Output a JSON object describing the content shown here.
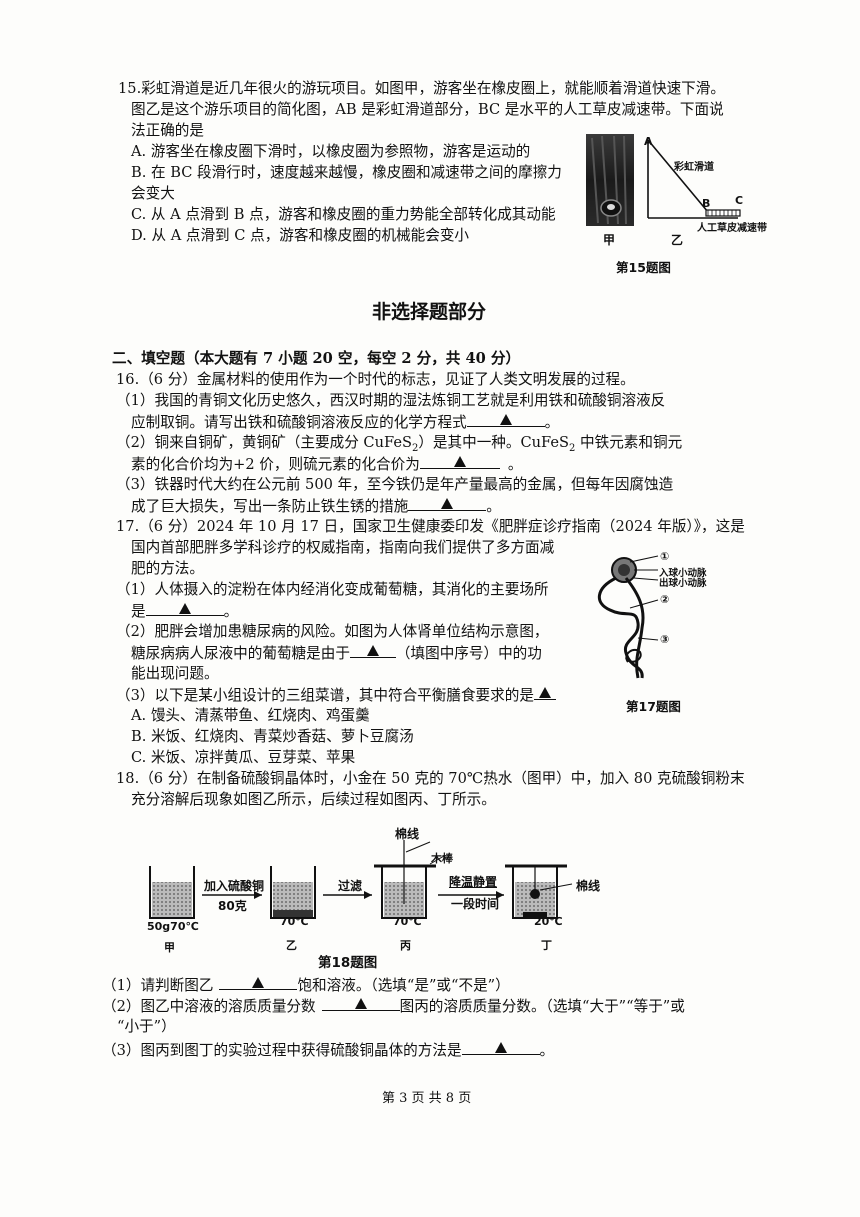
{
  "q15": {
    "l1": "15.彩虹滑道是近几年很火的游玩项目。如图甲，游客坐在橡皮圈上，就能顺着滑道快速下滑。",
    "l2": "图乙是这个游乐项目的简化图，AB 是彩虹滑道部分，BC 是水平的人工草皮减速带。下面说",
    "l3": "法正确的是",
    "a": "A. 游客坐在橡皮圈下滑时，以橡皮圈为参照物，游客是运动的",
    "b1": "B. 在 BC 段滑行时，速度越来越慢，橡皮圈和减速带之间的摩擦力",
    "b2": "会变大",
    "c": "C. 从 A 点滑到 B 点，游客和橡皮圈的重力势能全部转化成其动能",
    "d": "D. 从 A 点滑到 C 点，游客和橡皮圈的机械能会变小",
    "fig": {
      "label_a": "A",
      "label_b": "B",
      "label_c": "C",
      "slide_label": "彩虹滑道",
      "grass_label": "人工草皮减速带",
      "jia": "甲",
      "yi": "乙",
      "caption": "第15题图"
    }
  },
  "section_title": "非选择题部分",
  "part2_heading": "二、填空题（本大题有 7 小题 20 空，每空 2 分，共 40 分）",
  "q16": {
    "l1": "16.（6 分）金属材料的使用作为一个时代的标志，见证了人类文明发展的过程。",
    "l2": "（1）我国的青铜文化历史悠久，西汉时期的湿法炼铜工艺就是利用铁和硫酸铜溶液反",
    "l3": "应制取铜。请写出铁和硫酸铜溶液反应的化学方程式",
    "l4a": "（2）铜来自铜矿，黄铜矿（主要成分 CuFeS",
    "l4b": "）是其中一种。CuFeS",
    "l4c": " 中铁元素和铜元",
    "sub2": "2",
    "l5": "素的化合价均为+2 价，则硫元素的化合价为",
    "l6": "（3）铁器时代大约在公元前 500 年，至今铁仍是年产量最高的金属，但每年因腐蚀造",
    "l7": "成了巨大损失，写出一条防止铁生锈的措施",
    "period": "。"
  },
  "q17": {
    "l1": "17.（6 分）2024 年 10 月 17 日，国家卫生健康委印发《肥胖症诊疗指南（2024 年版）》，这是",
    "l2": "国内首部肥胖多学科诊疗的权威指南，指南向我们提供了多方面减",
    "l3": "肥的方法。",
    "l4": "（1）人体摄入的淀粉在体内经消化变成葡萄糖，其消化的主要场所",
    "l5": "是",
    "l6": "（2）肥胖会增加患糖尿病的风险。如图为人体肾单位结构示意图，",
    "l7a": "糖尿病病人尿液中的葡萄糖是由于",
    "l7b": "（填图中序号）中的功",
    "l8": "能出现问题。",
    "l9": "（3）以下是某小组设计的三组菜谱，其中符合平衡膳食要求的是",
    "a": "A. 馒头、清蒸带鱼、红烧肉、鸡蛋羹",
    "b": "B. 米饭、红烧肉、青菜炒香菇、萝卜豆腐汤",
    "c": "C. 米饭、凉拌黄瓜、豆芽菜、苹果",
    "fig": {
      "n1": "①",
      "n2": "②",
      "n3": "③",
      "in_label": "入球小动脉",
      "out_label": "出球小动脉",
      "caption": "第17题图"
    }
  },
  "q18": {
    "l1": "18.（6 分）在制备硫酸铜晶体时，小金在 50 克的 70℃热水（图甲）中，加入 80 克硫酸铜粉末",
    "l2": "充分溶解后现象如图乙所示，后续过程如图丙、丁所示。",
    "fig": {
      "mianxian_top": "棉线",
      "mubang": "木棒",
      "add_cuso4": "加入硫酸铜",
      "add_amount": "80克",
      "filter": "过滤",
      "cool": "降温静置",
      "wait": "一段时间",
      "mianxian_right": "棉线",
      "t_jia": "50g70℃",
      "t_yi": "70℃",
      "t_bing": "70℃",
      "t_ding": "20℃",
      "jia": "甲",
      "yi": "乙",
      "bing": "丙",
      "ding": "丁",
      "caption": "第18题图"
    },
    "p1a": "（1）请判断图乙",
    "p1b": "饱和溶液。（选填“是”或“不是”）",
    "p2a": "（2）图乙中溶液的溶质质量分数",
    "p2b": "图丙的溶质质量分数。（选填“大于”“等于”或",
    "p2c": "“小于”）",
    "p3a": "（3）图丙到图丁的实验过程中获得硫酸铜晶体的方法是",
    "p3b": "。"
  },
  "footer": "第 3 页 共 8 页"
}
